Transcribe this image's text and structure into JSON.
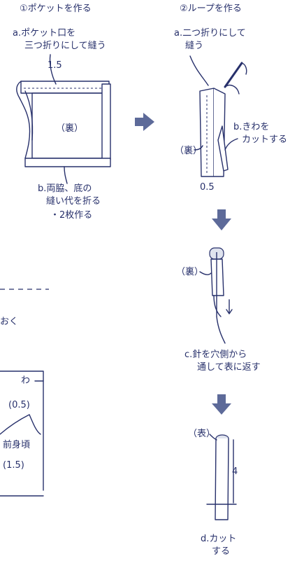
{
  "step1": {
    "title": "①ポケットを作る",
    "note_a_line1": "a.ポケット口を",
    "note_a_line2": "三つ折りにして縫う",
    "measure_top": "1.5",
    "face_label": "（裏）",
    "note_b_line1": "b.両脇、底の",
    "note_b_line2": "縫い代を折る",
    "note_b_line3": "・2枚作る"
  },
  "step2": {
    "title": "②ループを作る",
    "note_a_line1": "a.二つ折りにして",
    "note_a_line2": "縫う",
    "note_b_line1": "b.きわを",
    "note_b_line2": "カットする",
    "face_label": "（裏）",
    "measure_bottom": "0.5"
  },
  "step3": {
    "face_label": "（裏）",
    "note_c_line1": "c.針を穴側から",
    "note_c_line2": "通して表に返す"
  },
  "step4": {
    "face_label": "（表）",
    "measure_side": "4",
    "note_d_line1": "d.カット",
    "note_d_line2": "する"
  },
  "left_partial": {
    "text_oku": "おく",
    "label_wa": "わ",
    "measure_05": "(0.5)",
    "label_maemigoro": "前身頃",
    "measure_15": "(1.5)"
  },
  "colors": {
    "ink": "#27306b",
    "arrow": "#5d6a99",
    "shade": "#dfe3ee"
  }
}
